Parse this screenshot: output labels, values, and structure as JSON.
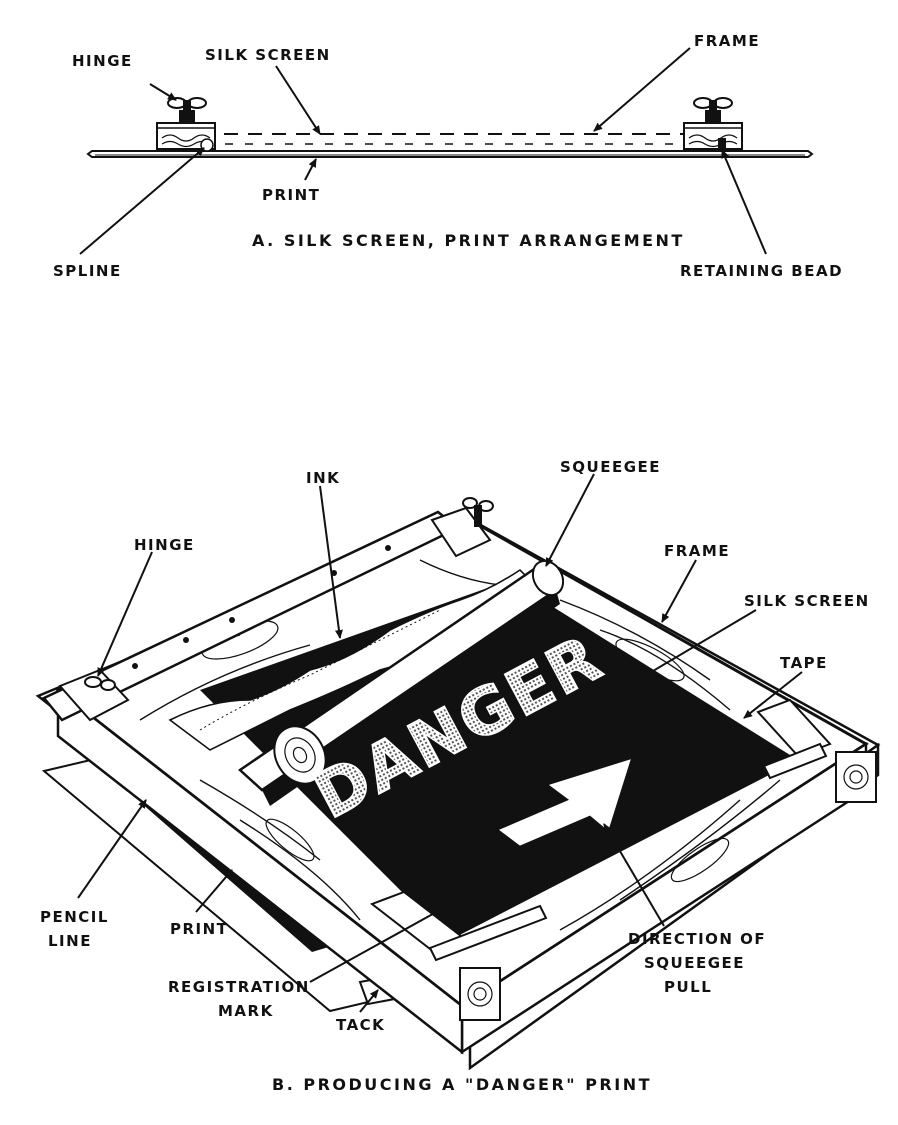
{
  "figure_a": {
    "caption": "A.  SILK SCREEN, PRINT ARRANGEMENT",
    "labels": {
      "hinge": "HINGE",
      "silk_screen": "SILK SCREEN",
      "frame": "FRAME",
      "print": "PRINT",
      "spline": "SPLINE",
      "retaining_bead": "RETAINING BEAD"
    }
  },
  "figure_b": {
    "caption": "B. PRODUCING A \"DANGER\" PRINT",
    "stencil_word": "DANGER",
    "labels": {
      "ink": "INK",
      "squeegee": "SQUEEGEE",
      "hinge": "HINGE",
      "frame": "FRAME",
      "silk_screen": "SILK SCREEN",
      "tape": "TAPE",
      "pencil_line_1": "PENCIL",
      "pencil_line_2": "LINE",
      "print": "PRINT",
      "registration_1": "REGISTRATION",
      "registration_2": "MARK",
      "tack": "TACK",
      "direction_1": "DIRECTION OF",
      "direction_2": "SQUEEGEE",
      "direction_3": "PULL"
    }
  },
  "colors": {
    "ink": "#111111",
    "paper": "#ffffff"
  }
}
